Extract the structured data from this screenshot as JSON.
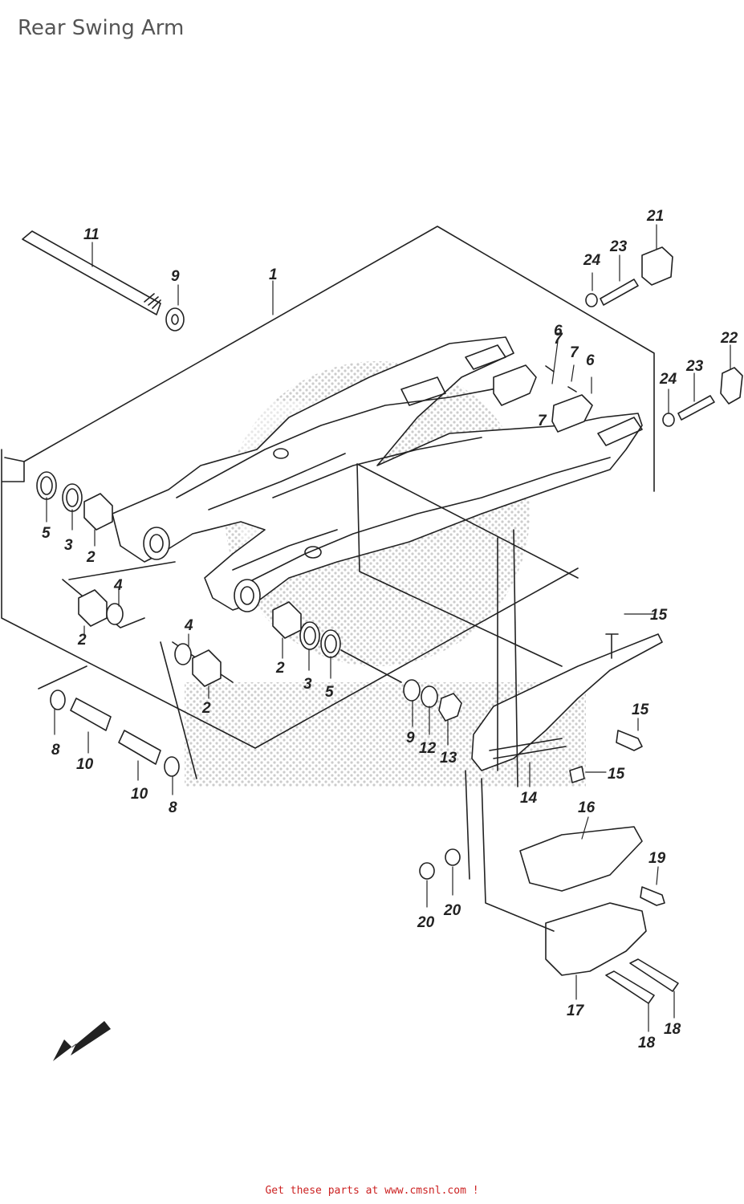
{
  "header": {
    "title": "Rear Swing Arm"
  },
  "footer": {
    "link_text": "Get these parts at www.cmsnl.com !"
  },
  "callouts": [
    {
      "id": "c1",
      "label": "1"
    },
    {
      "id": "c2a",
      "label": "2"
    },
    {
      "id": "c2b",
      "label": "2"
    },
    {
      "id": "c2c",
      "label": "2"
    },
    {
      "id": "c2d",
      "label": "2"
    },
    {
      "id": "c3a",
      "label": "3"
    },
    {
      "id": "c3b",
      "label": "3"
    },
    {
      "id": "c4a",
      "label": "4"
    },
    {
      "id": "c4b",
      "label": "4"
    },
    {
      "id": "c5a",
      "label": "5"
    },
    {
      "id": "c5b",
      "label": "5"
    },
    {
      "id": "c6a",
      "label": "6"
    },
    {
      "id": "c6b",
      "label": "6"
    },
    {
      "id": "c7a",
      "label": "7"
    },
    {
      "id": "c7b",
      "label": "7"
    },
    {
      "id": "c7c",
      "label": "7"
    },
    {
      "id": "c8a",
      "label": "8"
    },
    {
      "id": "c8b",
      "label": "8"
    },
    {
      "id": "c9a",
      "label": "9"
    },
    {
      "id": "c9b",
      "label": "9"
    },
    {
      "id": "c10a",
      "label": "10"
    },
    {
      "id": "c10b",
      "label": "10"
    },
    {
      "id": "c11",
      "label": "11"
    },
    {
      "id": "c12",
      "label": "12"
    },
    {
      "id": "c13",
      "label": "13"
    },
    {
      "id": "c14",
      "label": "14"
    },
    {
      "id": "c15a",
      "label": "15"
    },
    {
      "id": "c15b",
      "label": "15"
    },
    {
      "id": "c15c",
      "label": "15"
    },
    {
      "id": "c16",
      "label": "16"
    },
    {
      "id": "c17",
      "label": "17"
    },
    {
      "id": "c18a",
      "label": "18"
    },
    {
      "id": "c18b",
      "label": "18"
    },
    {
      "id": "c19",
      "label": "19"
    },
    {
      "id": "c20a",
      "label": "20"
    },
    {
      "id": "c20b",
      "label": "20"
    },
    {
      "id": "c21",
      "label": "21"
    },
    {
      "id": "c22",
      "label": "22"
    },
    {
      "id": "c23a",
      "label": "23"
    },
    {
      "id": "c23b",
      "label": "23"
    },
    {
      "id": "c24a",
      "label": "24"
    },
    {
      "id": "c24b",
      "label": "24"
    }
  ]
}
